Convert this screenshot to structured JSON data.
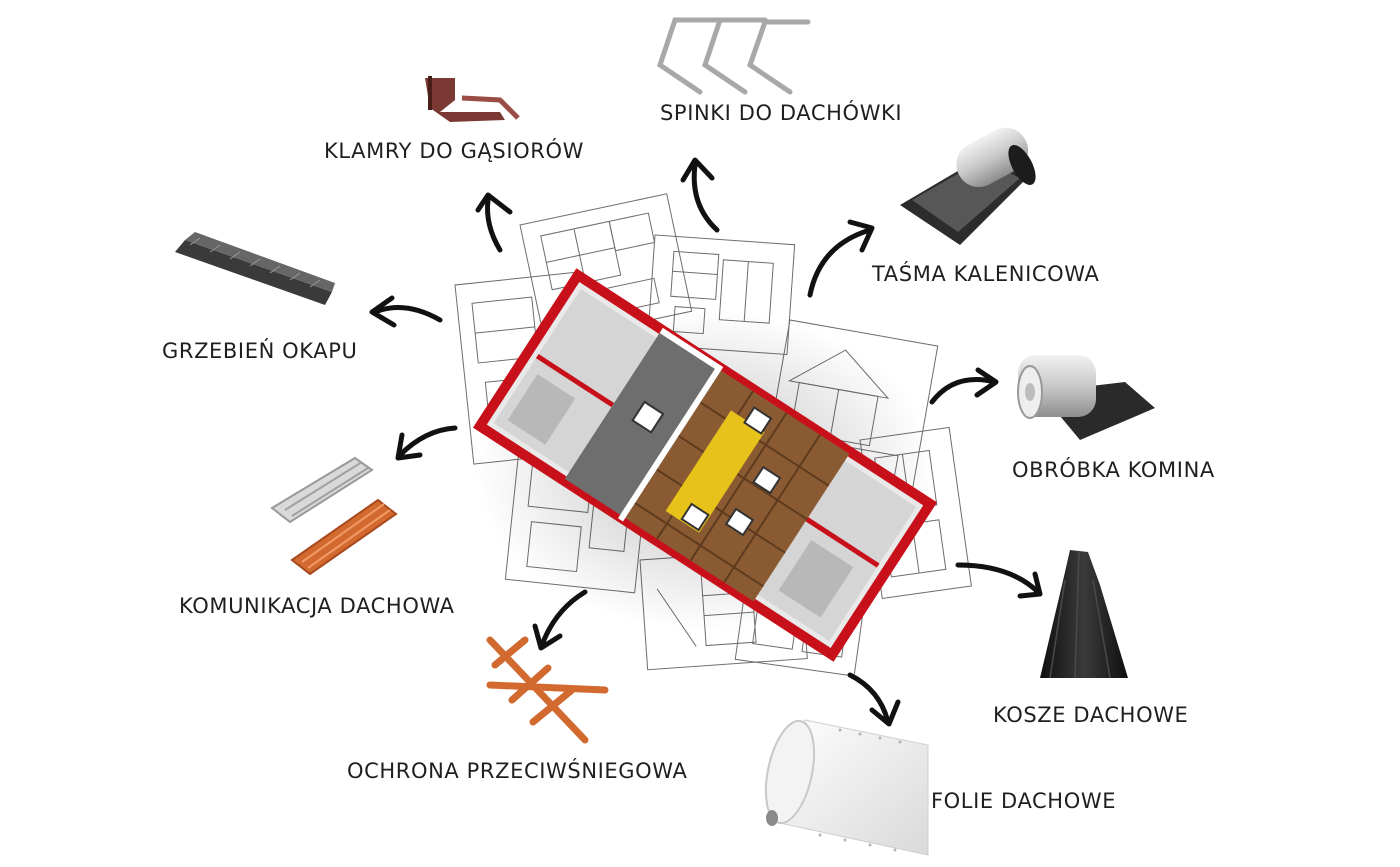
{
  "labels": {
    "klamry": "KLAMRY DO GĄSIORÓW",
    "spinki": "SPINKI DO DACHÓWKI",
    "tasma": "TAŚMA KALENICOWA",
    "grzebien": "GRZEBIEŃ OKAPU",
    "obrobka": "OBRÓBKA KOMINA",
    "komunikacja": "KOMUNIKACJA DACHOWA",
    "kosze": "KOSZE DACHOWE",
    "ochrona": "OCHRONA PRZECIWŚNIEGOWA",
    "folie": "FOLIE DACHOWE"
  },
  "colors": {
    "text": "#1f1f1f",
    "arrow": "#111111",
    "house_red": "#c8101a",
    "wood": "#8a5a32",
    "insulation": "#e6c21a",
    "copper": "#d2692f",
    "dark_product": "#1c1c1c"
  },
  "icons": [
    "house-model-illustration",
    "ridge-clamp-icon",
    "tile-clip-icon",
    "ridge-tape-roll-icon",
    "eaves-comb-icon",
    "chimney-flashing-roll-icon",
    "roof-walkway-icon",
    "roof-valley-icon",
    "snow-guard-ladder-icon",
    "roof-membrane-roll-icon",
    "arrow-icon"
  ]
}
